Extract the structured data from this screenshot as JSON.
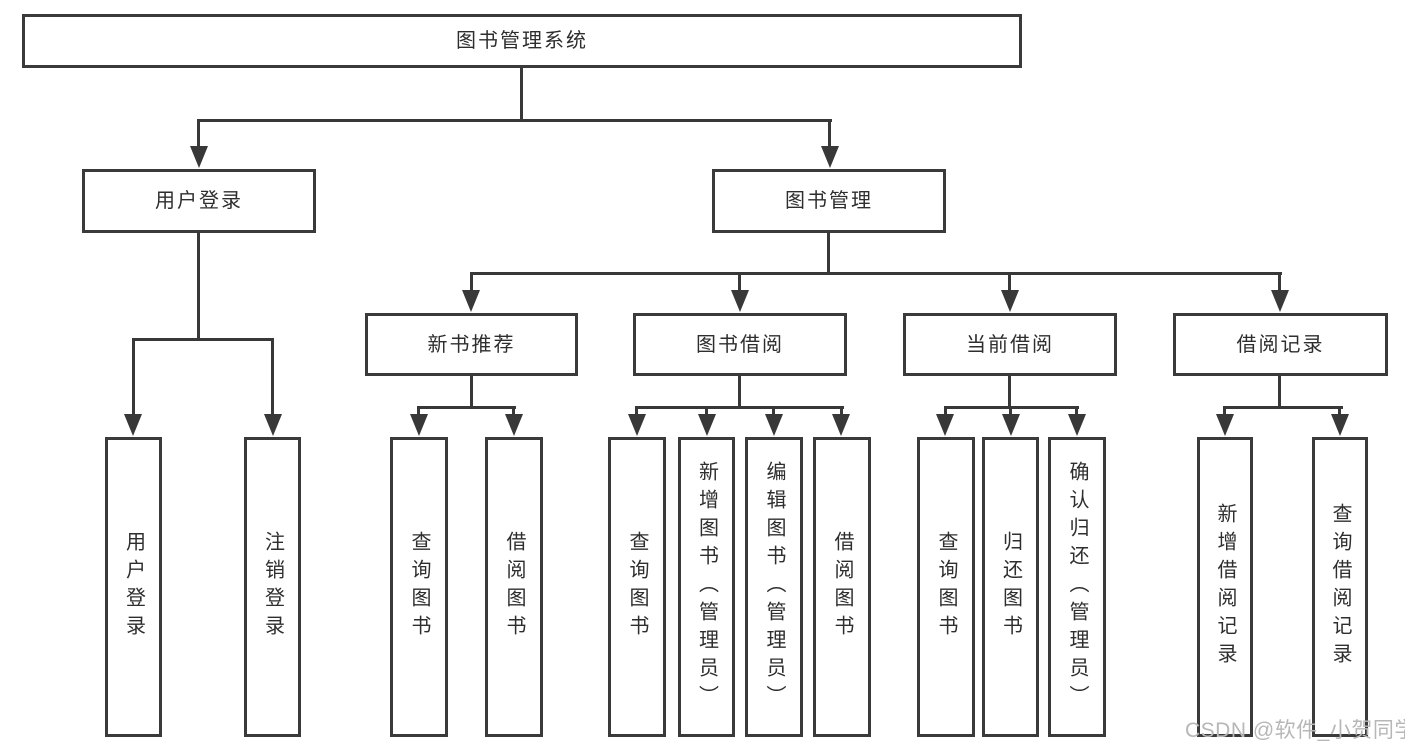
{
  "root": {
    "label": "图书管理系统"
  },
  "branches": [
    {
      "label": "用户登录",
      "children": [
        {
          "label": "用户登录"
        },
        {
          "label": "注销登录"
        }
      ]
    },
    {
      "label": "图书管理",
      "children": [
        {
          "label": "新书推荐",
          "children": [
            {
              "label": "查询图书"
            },
            {
              "label": "借阅图书"
            }
          ]
        },
        {
          "label": "图书借阅",
          "children": [
            {
              "label": "查询图书"
            },
            {
              "label": "新增图书（管理员）"
            },
            {
              "label": "编辑图书（管理员）"
            },
            {
              "label": "借阅图书"
            }
          ]
        },
        {
          "label": "当前借阅",
          "children": [
            {
              "label": "查询图书"
            },
            {
              "label": "归还图书"
            },
            {
              "label": "确认归还（管理员）"
            }
          ]
        },
        {
          "label": "借阅记录",
          "children": [
            {
              "label": "新增借阅记录"
            },
            {
              "label": "查询借阅记录"
            }
          ]
        }
      ]
    }
  ],
  "watermark": {
    "text": "CSDN @软件_小贺同学"
  },
  "colors": {
    "line": "#383838",
    "border": "#3a3a3a",
    "watermark": "#b7b7b7"
  }
}
